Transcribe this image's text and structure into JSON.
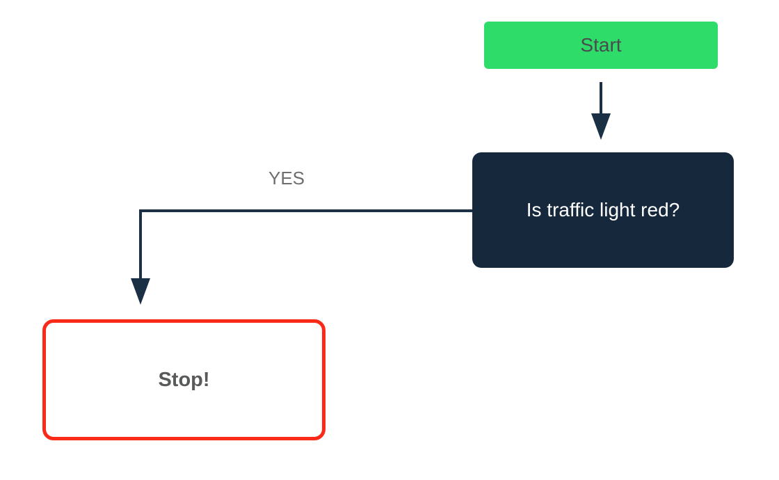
{
  "diagram": {
    "type": "flowchart",
    "background_color": "#FFFFFF",
    "connector_color": "#1B3044",
    "nodes": [
      {
        "id": "start",
        "label": "Start",
        "shape": "rounded-rectangle",
        "fill": "#2EDD69",
        "text_color": "#4A4B4D"
      },
      {
        "id": "question",
        "label": "Is traffic light red?",
        "shape": "rounded-rectangle",
        "fill": "#16293C",
        "text_color": "#FFFFFF"
      },
      {
        "id": "stop",
        "label": "Stop!",
        "shape": "rounded-rectangle",
        "fill": "#FFFFFF",
        "border_color": "#F92A17",
        "text_color": "#58595B"
      }
    ],
    "edges": [
      {
        "from": "start",
        "to": "question",
        "label": ""
      },
      {
        "from": "question",
        "to": "stop",
        "label": "YES",
        "label_color": "#6D6E6F"
      }
    ]
  }
}
